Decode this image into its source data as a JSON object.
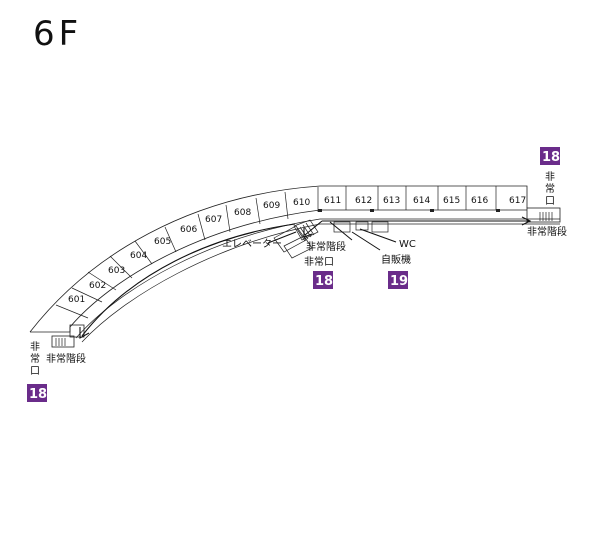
{
  "floor": {
    "title": "6F"
  },
  "rooms": [
    "601",
    "602",
    "603",
    "604",
    "605",
    "606",
    "607",
    "608",
    "609",
    "610",
    "611",
    "612",
    "613",
    "614",
    "615",
    "616",
    "617"
  ],
  "labels": {
    "emergency_stairs": "非常階段",
    "emergency_exit_chars": [
      "非",
      "常",
      "口"
    ],
    "emergency_exit": "非常口",
    "elevator": "エレベーター",
    "wc": "WC",
    "vending": "自販機"
  },
  "badges": {
    "b18_right": "18",
    "b18_center": "18",
    "b18_left": "18",
    "b19": "19"
  },
  "colors": {
    "badge": "#6a2c8a",
    "line": "#222222"
  }
}
